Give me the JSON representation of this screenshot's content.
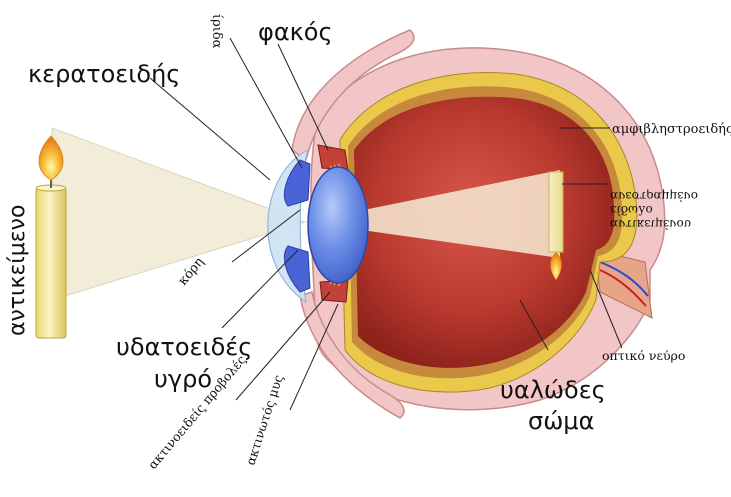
{
  "labels": {
    "object": "αντικείμενο",
    "cornea": "κερατοειδής",
    "iris": "ίριδα",
    "lens": "φακός",
    "pupil": "κόρη",
    "aqueous_line1": "υδατοειδές",
    "aqueous_line2": "υγρό",
    "ciliary_processes": "ακτινοειδείς προβολές",
    "ciliary_muscle": "ακτινωτός μυς",
    "retina": "αμφιβληστροειδής",
    "inverted_image_line1": "ανεστραμμένο",
    "inverted_image_line2": "είδωλο",
    "inverted_image_line3": "αντικειμένου",
    "optic_nerve": "οπτικό νεύρο",
    "vitreous_line1": "υαλώδες",
    "vitreous_line2": "σώμα"
  },
  "colors": {
    "sclera_pink": "#f2c6c6",
    "sclera_outline": "#c98b8b",
    "retina_yellow": "#e9c84a",
    "vitreous_red": "#b8322a",
    "lens_blue": "#6b8de8",
    "cornea_light_blue": "#cfe3f5",
    "light_cone": "#f1ecd5",
    "candle_yellow": "#f5eca0",
    "flame_orange": "#f2a21d"
  }
}
